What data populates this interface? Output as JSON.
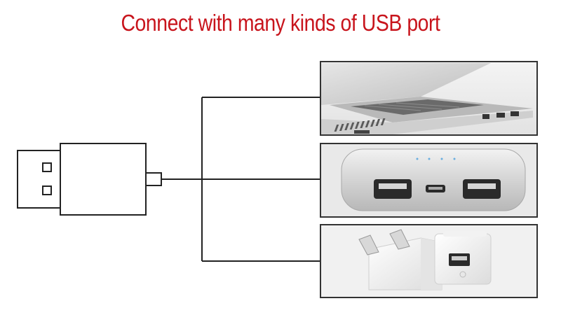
{
  "title": "Connect with many kinds of USB port",
  "diagram": {
    "source": {
      "name": "usb-connector"
    },
    "targets": [
      {
        "name": "laptop",
        "icon": "laptop-usb-port-photo"
      },
      {
        "name": "power-bank",
        "icon": "power-bank-usb-ports-photo"
      },
      {
        "name": "wall-charger",
        "icon": "wall-charger-adapter-photo"
      }
    ]
  },
  "colors": {
    "title": "#c8141c",
    "lines": "#222222",
    "panel_border": "#333333"
  }
}
